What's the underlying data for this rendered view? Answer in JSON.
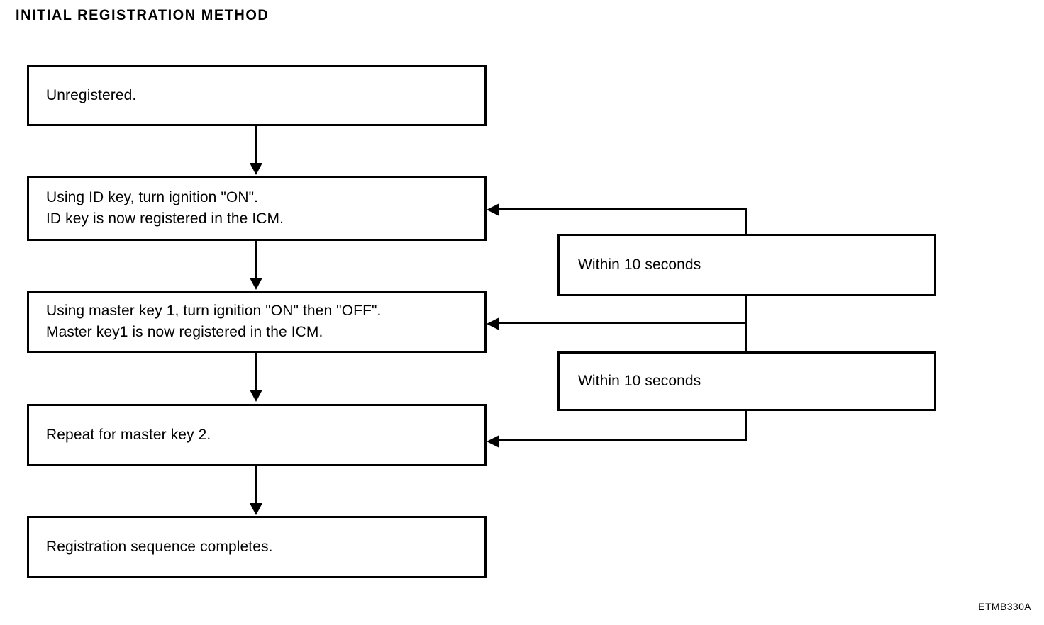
{
  "title": "INITIAL REGISTRATION METHOD",
  "figure_code": "ETMB330A",
  "flow_steps": [
    {
      "id": "unregistered",
      "text": "Unregistered."
    },
    {
      "id": "id-key-on",
      "text": "Using ID key, turn ignition \"ON\".\nID key is now registered in the ICM."
    },
    {
      "id": "master-key-1",
      "text": "Using master key 1, turn ignition \"ON\" then \"OFF\".\nMaster key1 is now registered in the ICM."
    },
    {
      "id": "master-key-2",
      "text": "Repeat for master key 2."
    },
    {
      "id": "registration-complete",
      "text": "Registration sequence completes."
    }
  ],
  "notes": [
    {
      "id": "timing-note-1",
      "text": "Within 10 seconds"
    },
    {
      "id": "timing-note-2",
      "text": "Within 10 seconds"
    }
  ],
  "colors": {
    "line": "#000000",
    "background": "#ffffff"
  }
}
